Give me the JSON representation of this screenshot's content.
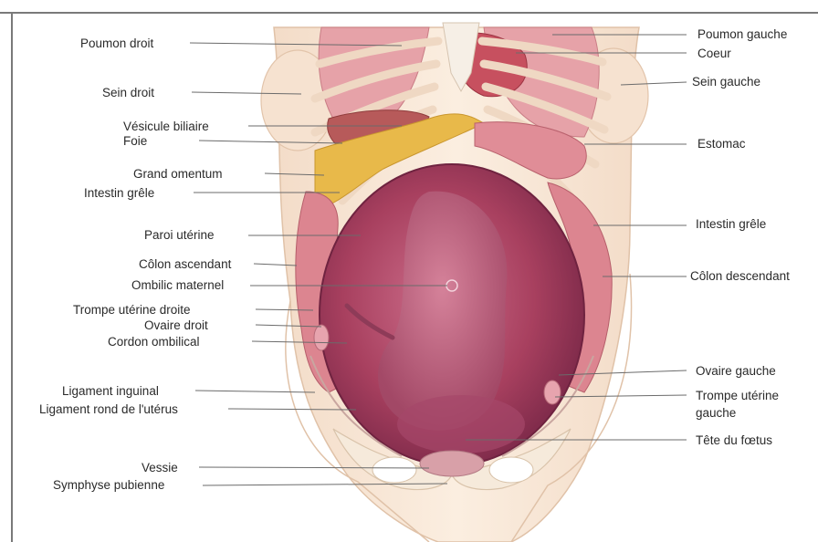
{
  "labels_left": [
    {
      "id": "poumon-droit",
      "text": "Poumon droit"
    },
    {
      "id": "sein-droit",
      "text": "Sein droit"
    },
    {
      "id": "vesicule-biliaire",
      "text": "Vésicule biliaire"
    },
    {
      "id": "foie",
      "text": "Foie"
    },
    {
      "id": "grand-omentum",
      "text": "Grand omentum"
    },
    {
      "id": "intestin-grele-droit",
      "text": "Intestin grêle"
    },
    {
      "id": "paroi-uterine",
      "text": "Paroi utérine"
    },
    {
      "id": "colon-ascendant",
      "text": "Côlon ascendant"
    },
    {
      "id": "ombilic-maternel",
      "text": "Ombilic maternel"
    },
    {
      "id": "trompe-uterine-droite",
      "text": "Trompe utérine droite"
    },
    {
      "id": "ovaire-droit",
      "text": "Ovaire droit"
    },
    {
      "id": "cordon-ombilical",
      "text": "Cordon ombilical"
    },
    {
      "id": "ligament-inguinal",
      "text": "Ligament inguinal"
    },
    {
      "id": "ligament-rond",
      "text": "Ligament rond de l'utérus"
    },
    {
      "id": "vessie",
      "text": "Vessie"
    },
    {
      "id": "symphyse-pubienne",
      "text": "Symphyse pubienne"
    }
  ],
  "labels_right": [
    {
      "id": "poumon-gauche",
      "text": "Poumon gauche"
    },
    {
      "id": "coeur",
      "text": "Coeur"
    },
    {
      "id": "sein-gauche",
      "text": "Sein gauche"
    },
    {
      "id": "estomac",
      "text": "Estomac"
    },
    {
      "id": "intestin-grele-gauche",
      "text": "Intestin grêle"
    },
    {
      "id": "colon-descendant",
      "text": "Côlon descendant"
    },
    {
      "id": "ovaire-gauche",
      "text": "Ovaire gauche"
    },
    {
      "id": "trompe-uterine-gauche-1",
      "text": "Trompe utérine"
    },
    {
      "id": "trompe-uterine-gauche-2",
      "text": "gauche"
    },
    {
      "id": "tete-du-foetus",
      "text": "Tête du fœtus"
    }
  ],
  "colors": {
    "leader_line": "#6b6b6b",
    "skin": "#f6e6d4",
    "rib": "#f0dccb",
    "uterus": "#b4476a",
    "intestine": "#d97a86",
    "fat": "#e8b94a"
  }
}
